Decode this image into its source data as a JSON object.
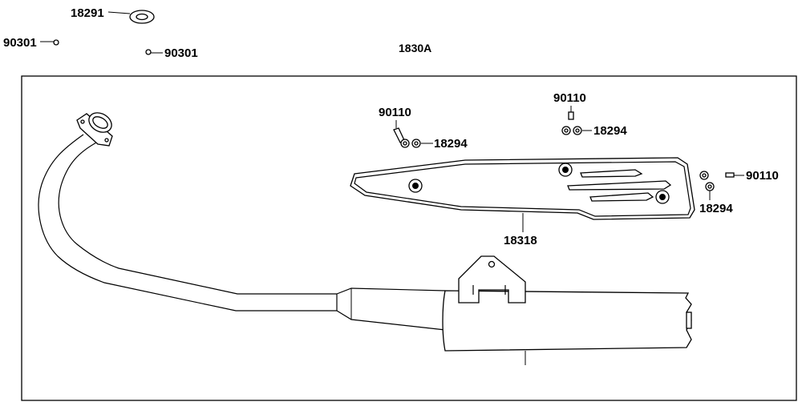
{
  "diagram": {
    "title": "1830A",
    "callouts": {
      "gasket": "18291",
      "nut_left": "90301",
      "nut_right": "90301",
      "bolt_left": "90110",
      "washer_left": "18294",
      "bolt_mid": "90110",
      "washer_mid": "18294",
      "bolt_right": "90110",
      "washer_right": "18294",
      "heat_shield": "18318"
    }
  }
}
